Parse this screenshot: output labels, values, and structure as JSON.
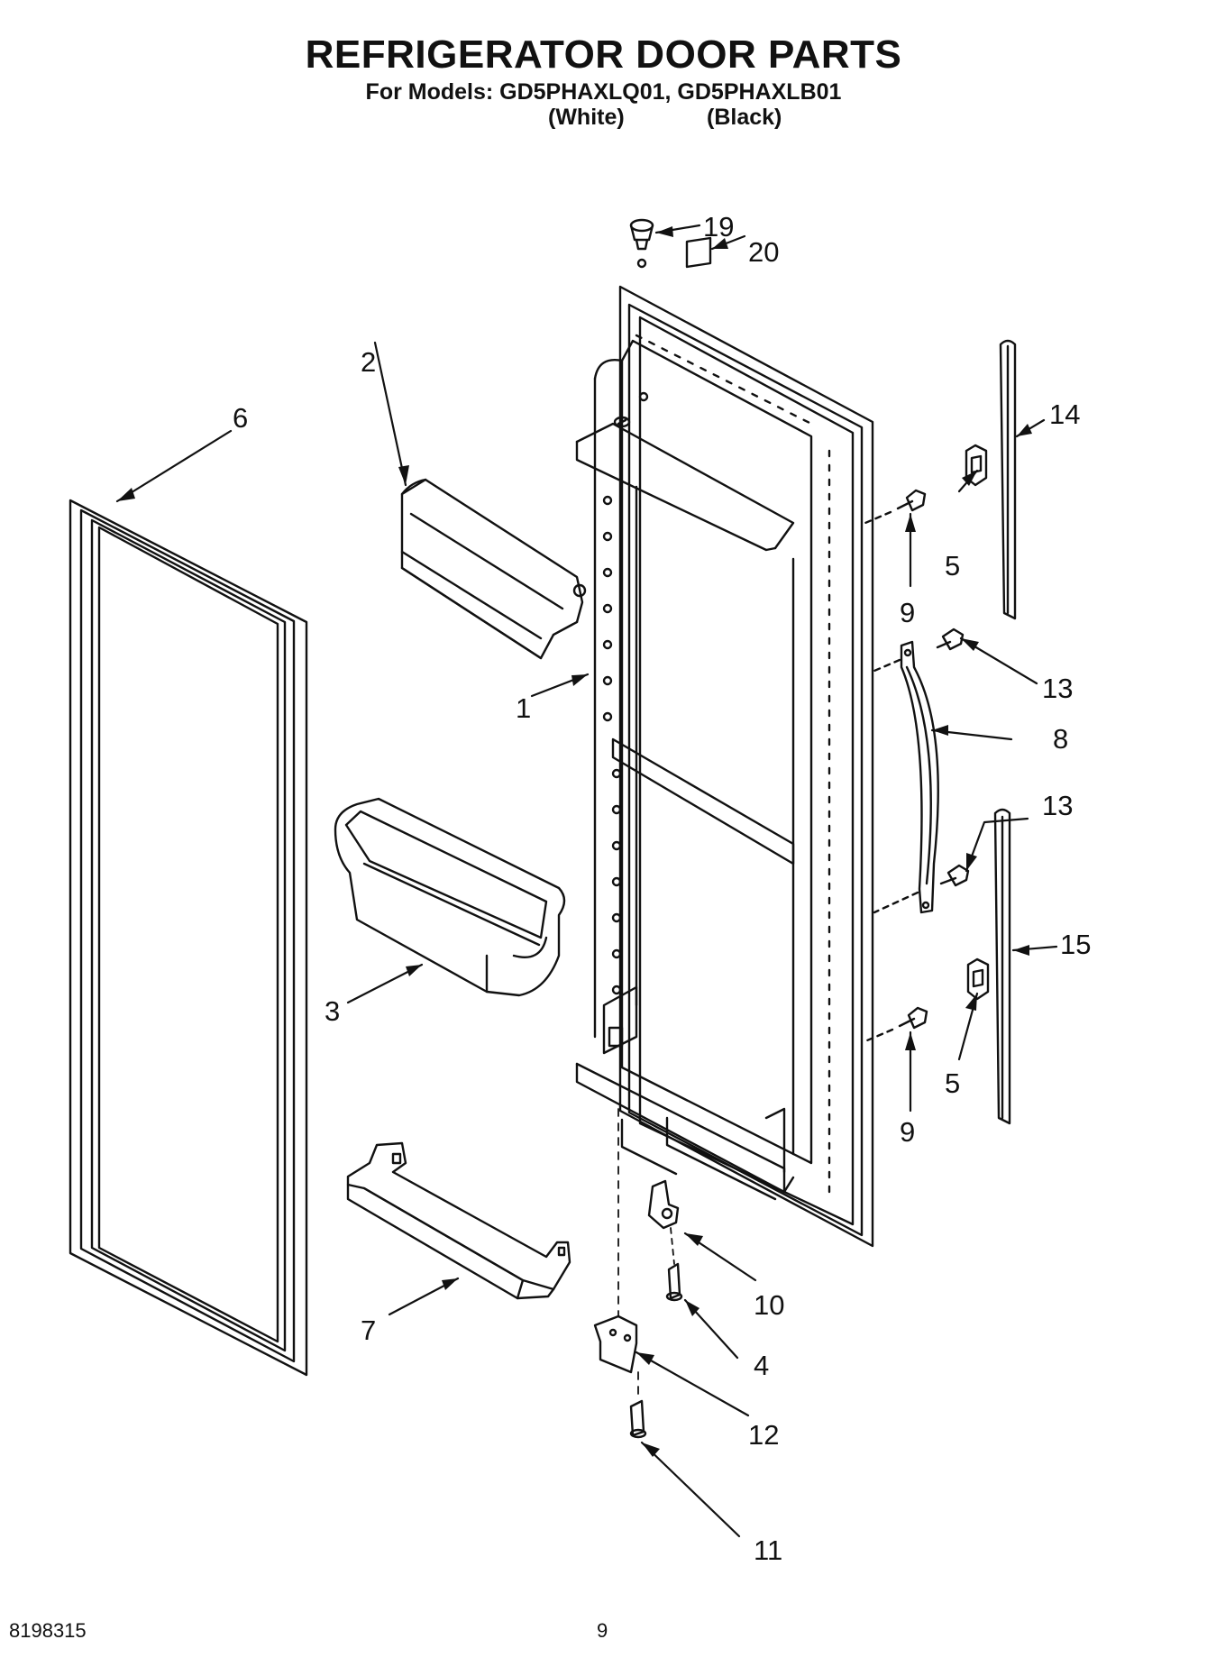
{
  "header": {
    "title": "REFRIGERATOR DOOR PARTS",
    "models_line": "For Models: GD5PHAXLQ01, GD5PHAXLB01",
    "variant_white": "(White)",
    "variant_black": "(Black)"
  },
  "callouts": {
    "p1": "1",
    "p2": "2",
    "p3": "3",
    "p4": "4",
    "p5a": "5",
    "p5b": "5",
    "p6": "6",
    "p7": "7",
    "p8": "8",
    "p9a": "9",
    "p9b": "9",
    "p10": "10",
    "p11": "11",
    "p12": "12",
    "p13a": "13",
    "p13b": "13",
    "p14": "14",
    "p15": "15",
    "p19": "19",
    "p20": "20"
  },
  "footer": {
    "doc_number": "8198315",
    "page_number": "9"
  }
}
